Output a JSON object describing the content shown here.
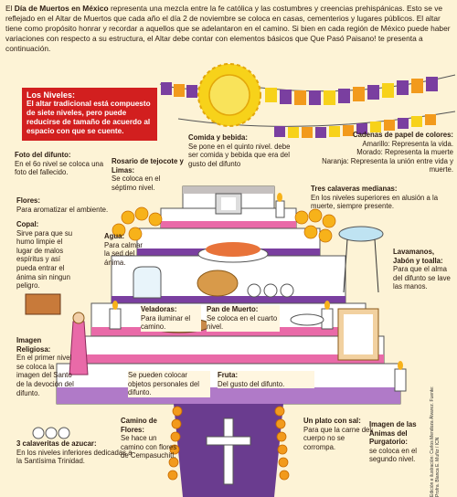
{
  "intro": {
    "lead": "El",
    "bold1": "Día de Muertos en México",
    "rest": "representa una mezcla entre la fe católica y las costumbres y creencias prehispánicas. Esto se ve reflejado en el Altar de Muertos que cada año el día 2 de noviembre se coloca en casas, cementerios y lugares públicos. El altar tiene como propósito honrar y recordar a aquellos que se adelantaron en el camino. Si bien en cada región de México puede haber variaciones con respecto a su estructura, el Altar debe contar con elementos básicos que Que Pasó Paisano! te presenta a continuación."
  },
  "niveles": {
    "title": "Los Niveles:",
    "text": "El altar tradicional está compuesto de siete niveles, pero puede reducirse de tamaño de acuerdo al espacio con que se cuente."
  },
  "labels": {
    "foto": {
      "head": "Foto del difunto:",
      "body": "En el 6o nivel se coloca una foto del fallecido."
    },
    "rosario": {
      "head": "Rosario de tejocote y Limas:",
      "body": "Se coloca en el séptimo nivel."
    },
    "comida": {
      "head": "Comida y bebida:",
      "body": "Se pone en el quinto nivel. debe ser comida y bebida que era del gusto del difunto"
    },
    "cadenas": {
      "head": "Cadenas de papel de colores:",
      "l1": "Amarillo: Representa la vida.",
      "l2": "Morado: Representa la muerte",
      "l3": "Naranja: Representa la unión entre vida y muerte."
    },
    "tres": {
      "head": "Tres calaveras medianas:",
      "body": "En los niveles superiores en alusión a la muerte, siempre presente."
    },
    "flores": {
      "head": "Flores:",
      "body": "Para aromatizar el ambiente."
    },
    "copal": {
      "head": "Copal:",
      "body": "Sirve para que su humo limpie el lugar de malos espíritus y así pueda entrar el ánima sin ningun peligro."
    },
    "agua": {
      "head": "Agua:",
      "body": "Para calmar la sed del ánima."
    },
    "lavamanos": {
      "head": "Lavamanos, Jabón y toalla:",
      "body": "Para que el alma del difunto se lave las manos."
    },
    "veladoras": {
      "head": "Veladoras:",
      "body": "Para iluminar el camino."
    },
    "pan": {
      "head": "Pan de Muerto:",
      "body": "Se coloca en el cuarto nivel."
    },
    "imagen": {
      "head": "Imagen Religiosa:",
      "body": "En el primer nivel se coloca la imagen del Santo de la devoción del difunto."
    },
    "objetos": {
      "body": "Se pueden colocar objetos personales del difunto."
    },
    "fruta": {
      "head": "Fruta:",
      "body": "Del gusto del difunto."
    },
    "calaveritas": {
      "head": "3 calaveritas de azucar:",
      "body": "En los niveles inferiores dedicadas a la Santísima Trinidad."
    },
    "camino": {
      "head": "Camino de Flores:",
      "body": "Se hace un camino con flores de Cempasuchitl."
    },
    "plato": {
      "head": "Un plato con sal:",
      "body": "Para que la carne del cuerpo no se corrompa."
    },
    "animas": {
      "head": "Imagen de las Ánimas del Purgatorio:",
      "body": "se coloca en el segundo nivel."
    }
  },
  "credit": "Edición e ilustración: Carlos Mendoza Álvarez. Fuente: Profra. Blanca E. Muñiz / ICN",
  "colors": {
    "background": "#fdf3d6",
    "red": "#d21f1f",
    "purple": "#7a3fa0",
    "orange": "#f29a1c",
    "yellow": "#f7d21a",
    "pink": "#e96aa8"
  }
}
